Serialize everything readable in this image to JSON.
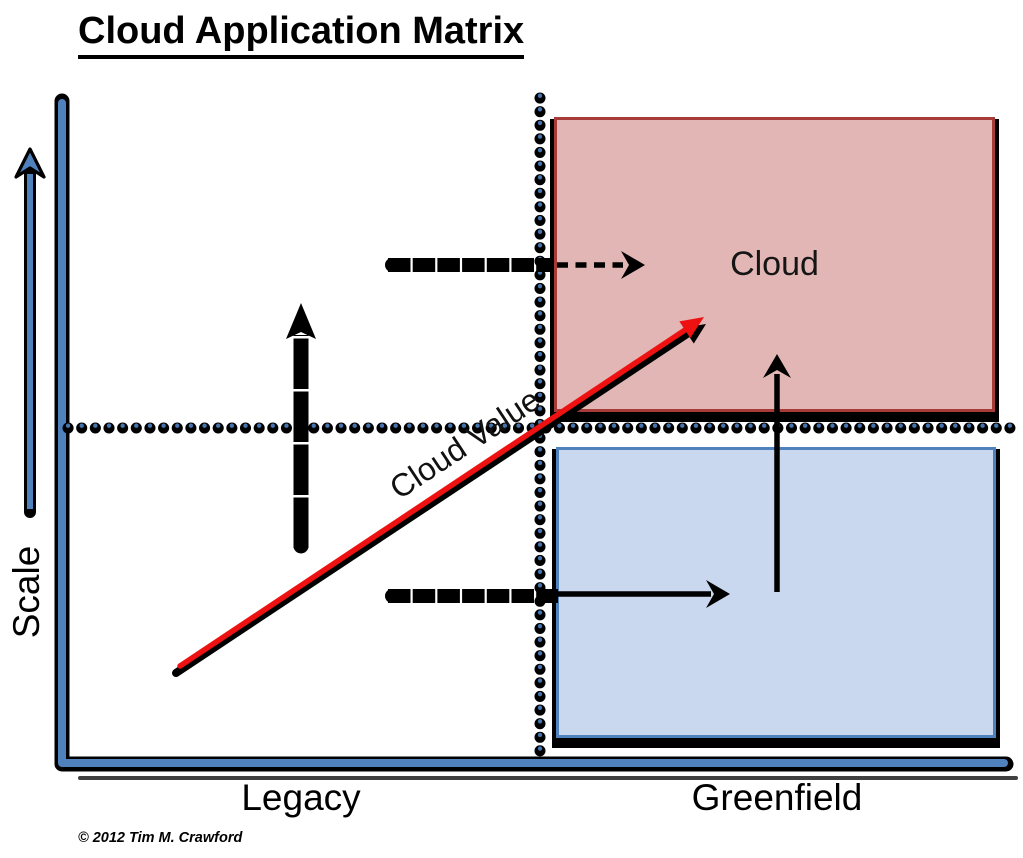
{
  "title": "Cloud Application Matrix",
  "axes": {
    "y_axis_label": "Scale",
    "x_axis_left_label": "Legacy",
    "x_axis_right_label": "Greenfield"
  },
  "quadrant_boxes": {
    "top_right": {
      "label": "Cloud",
      "fill": "#e2b6b5",
      "border": "#a63b38"
    },
    "bottom_right": {
      "label": "",
      "fill": "#c9d8ef",
      "border": "#4f81bd"
    }
  },
  "annotations": {
    "diagonal_arrow_label": "Cloud Value"
  },
  "footer": {
    "copyright": "© 2012 Tim M. Crawford"
  },
  "colors": {
    "axis_blue": "#4f81bd",
    "dot_highlight_blue": "#4674ae",
    "value_arrow_red": "#ee1111",
    "arrow_black": "#000000",
    "cloud_box_fill": "#e2b6b5",
    "cloud_box_border": "#a63b38",
    "greenfield_box_fill": "#c9d8ef",
    "greenfield_box_border": "#4f81bd"
  }
}
